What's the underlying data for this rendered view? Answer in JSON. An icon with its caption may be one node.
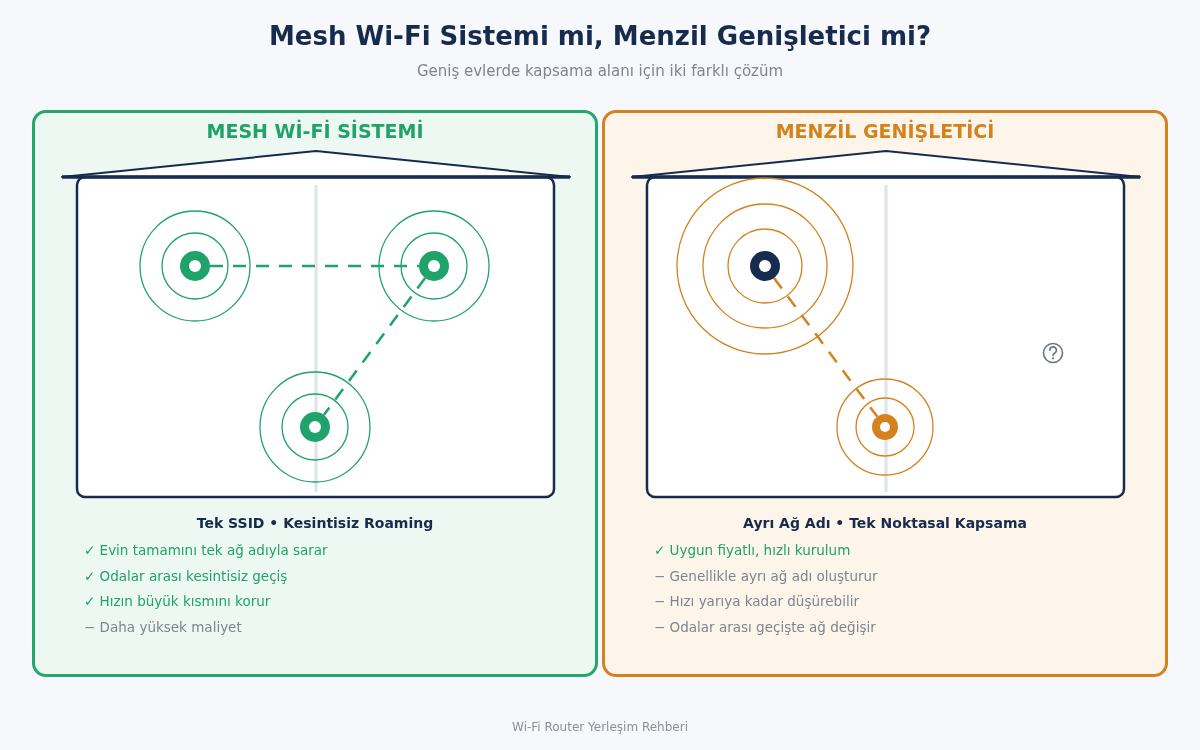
{
  "diagram": {
    "title": "Mesh Wi-Fi Sistemi mi, Menzil Genişletici mi?",
    "caption": "Wi-Fi Router Yerleşim Rehberi",
    "nodes": [
      {
        "text": [
          "MESH Wİ-Fİ SİSTEMİ",
          "Tek SSID • Kesintisiz Roaming",
          "✓ Evin tamamını tek ağ adıyla sarar",
          "✓ Odalar arası kesintisiz geçiş",
          "✓ Hızın büyük kısmını korur",
          "− Daha yüksek maliyet"
        ]
      },
      {
        "text": [],
        "shape": "circle",
        "in": 0
      },
      {
        "text": [],
        "shape": "circle",
        "in": 0
      },
      {
        "text": [],
        "shape": "circle",
        "in": 0
      },
      {
        "text": [
          "MENZİL GENİŞLETİCİ",
          "Ayrı Ağ Adı • Tek Noktasal Kapsama",
          "✓ Uygun fiyatlı, hızlı kurulum",
          "− Genellikle ayrı ağ adı oluşturur",
          "− Hızı yarıya kadar düşürebilir",
          "− Odalar arası geçişte ağ değişir"
        ]
      },
      {
        "text": [],
        "shape": "circle",
        "in": 4
      },
      {
        "text": [],
        "shape": "circle",
        "in": 4
      }
    ],
    "edges": [
      {
        "from": 1,
        "to": 2,
        "arrow": "none",
        "style": "dashed"
      },
      {
        "from": 2,
        "to": 3,
        "arrow": "none",
        "style": "dashed"
      },
      {
        "from": 5,
        "to": 6,
        "arrow": "none",
        "style": "dashed",
        "color": "#d4821e"
      }
    ],
    "labels": [
      "Geniş evlerde kapsama alanı için iki farklı çözüm"
    ]
  }
}
